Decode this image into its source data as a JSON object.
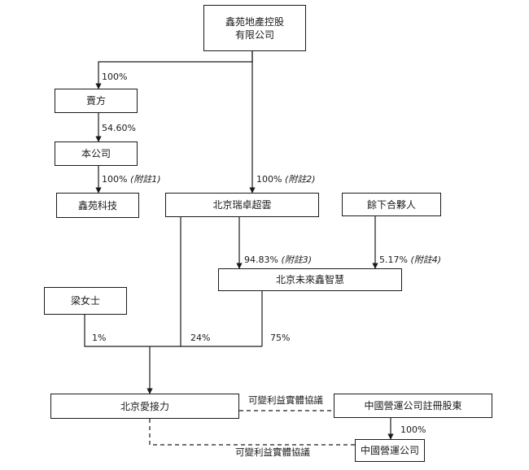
{
  "entities": {
    "parent": "鑫苑地產控股\n有限公司",
    "seller": "賣方",
    "company": "本公司",
    "xinyuan_tech": "鑫苑科技",
    "ruizhuo": "北京瑞卓超雲",
    "remaining_partners": "餘下合夥人",
    "weilai": "北京未來鑫智慧",
    "ms_liang": "梁女士",
    "aijieli": "北京愛接力",
    "registered_shareholders": "中國營運公司註冊股東",
    "prc_opco": "中國營運公司"
  },
  "edges": {
    "parent_to_seller": {
      "pct": "100%",
      "note": ""
    },
    "seller_to_company": {
      "pct": "54.60%",
      "note": ""
    },
    "company_to_tech": {
      "pct": "100%",
      "note": "(附註1)"
    },
    "parent_to_ruizhuo": {
      "pct": "100%",
      "note": "(附註2)"
    },
    "ruizhuo_to_weilai": {
      "pct": "94.83%",
      "note": "(附註3)"
    },
    "partners_to_weilai": {
      "pct": "5.17%",
      "note": "(附註4)"
    },
    "liang_to_aijieli": {
      "pct": "1%"
    },
    "ruizhuo_to_aijieli": {
      "pct": "24%"
    },
    "weilai_to_aijieli": {
      "pct": "75%"
    },
    "shareholders_to_opco": {
      "pct": "100%"
    }
  },
  "contractual": {
    "upper": "可變利益實體協議",
    "lower": "可變利益實體協議"
  }
}
